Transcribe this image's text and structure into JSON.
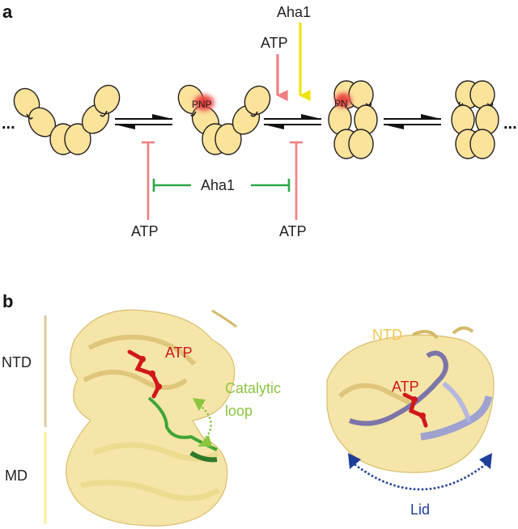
{
  "panel_a": {
    "label": "a",
    "ellipsis": "...",
    "top_labels": {
      "aha1": "Aha1",
      "atp": "ATP"
    },
    "nucleotide_labels": {
      "state2": "PNP",
      "state3": "PN"
    },
    "bottom_labels": {
      "aha1": "Aha1",
      "atp_left": "ATP",
      "atp_right": "ATP"
    },
    "colors": {
      "atp": "#f08080",
      "aha1_top": "#f0e30f",
      "aha1_bottom": "#2ea84a",
      "subunit": "#fbe39a",
      "nucleotide": "#e8312e"
    }
  },
  "panel_b": {
    "label": "b",
    "left": {
      "domain_ntd": "NTD",
      "domain_md": "MD",
      "atp": "ATP",
      "catalytic_line1": "Catalytic",
      "catalytic_line2": "loop"
    },
    "right": {
      "domain_ntd": "NTD",
      "atp": "ATP",
      "lid": "Lid"
    },
    "colors": {
      "ntd_bar": "#e0cca0",
      "md_bar": "#f7ef9a",
      "atp": "#d0171a",
      "catalytic": "#8cc63f",
      "lid": "#1e3f99",
      "ntd_label": "#f0c84a",
      "protein": "#f2dc8c",
      "lid_ribbon": "#8f96d6"
    }
  }
}
